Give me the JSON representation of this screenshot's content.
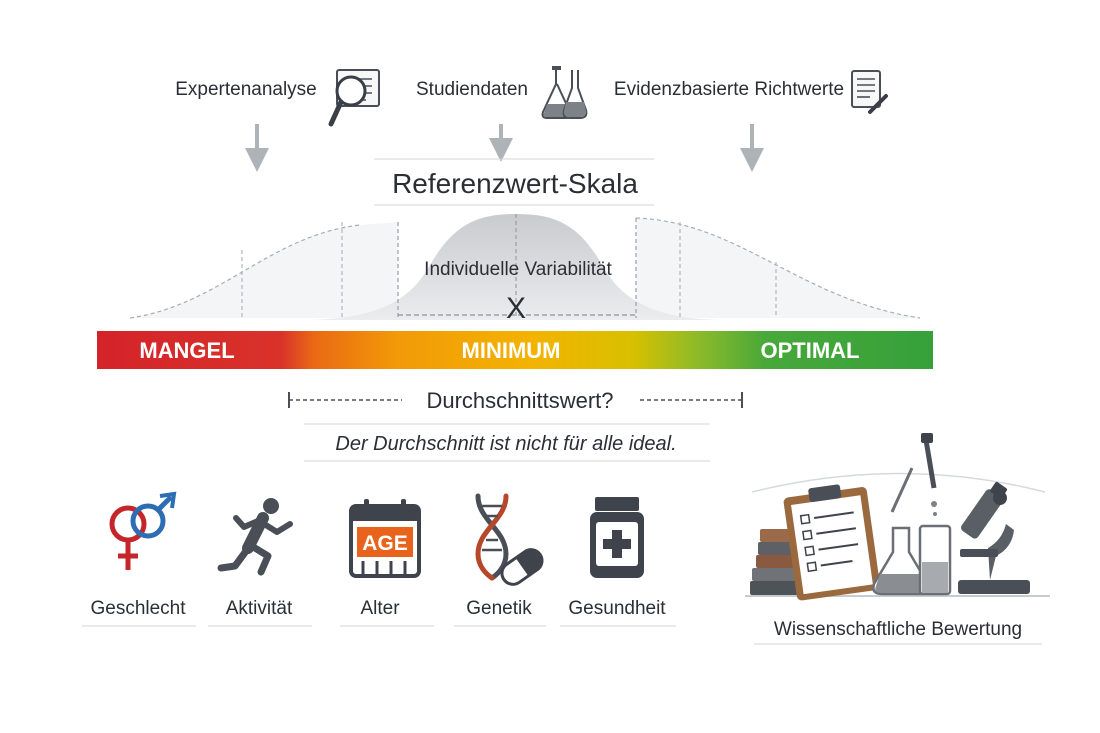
{
  "sources": [
    {
      "label": "Expertenanalyse",
      "icon": "magnifier-document-icon"
    },
    {
      "label": "Studiendaten",
      "icon": "lab-flasks-icon"
    },
    {
      "label": "Evidenzbasierte Richtwerte",
      "icon": "document-pen-icon"
    }
  ],
  "title": "Referenzwert-Skala",
  "curve_label": "Individuelle Variabilität",
  "marker": "X",
  "scale": {
    "segments": [
      {
        "label": "MANGEL",
        "color": "#d4232a"
      },
      {
        "label": "MINIMUM",
        "color": "#f0b000"
      },
      {
        "label": "OPTIMAL",
        "color": "#3ea43a"
      }
    ]
  },
  "average_question": "Durchschnittswert?",
  "average_note": "Der Durchschnitt ist nicht für alle ideal.",
  "factors": [
    {
      "label": "Geschlecht",
      "icon": "gender-symbols-icon"
    },
    {
      "label": "Aktivität",
      "icon": "runner-icon"
    },
    {
      "label": "Alter",
      "icon": "age-calendar-icon",
      "badge": "AGE"
    },
    {
      "label": "Genetik",
      "icon": "dna-capsule-icon"
    },
    {
      "label": "Gesundheit",
      "icon": "medicine-bottle-icon"
    }
  ],
  "evaluation": {
    "label": "Wissenschaftliche Bewertung",
    "icon": "lab-evaluation-icon"
  },
  "colors": {
    "red": "#d4232a",
    "orange": "#ee7d0e",
    "yellow": "#f0b000",
    "green": "#3ea43a",
    "dark": "#2a2f36",
    "icon_gray": "#4a4f57"
  }
}
